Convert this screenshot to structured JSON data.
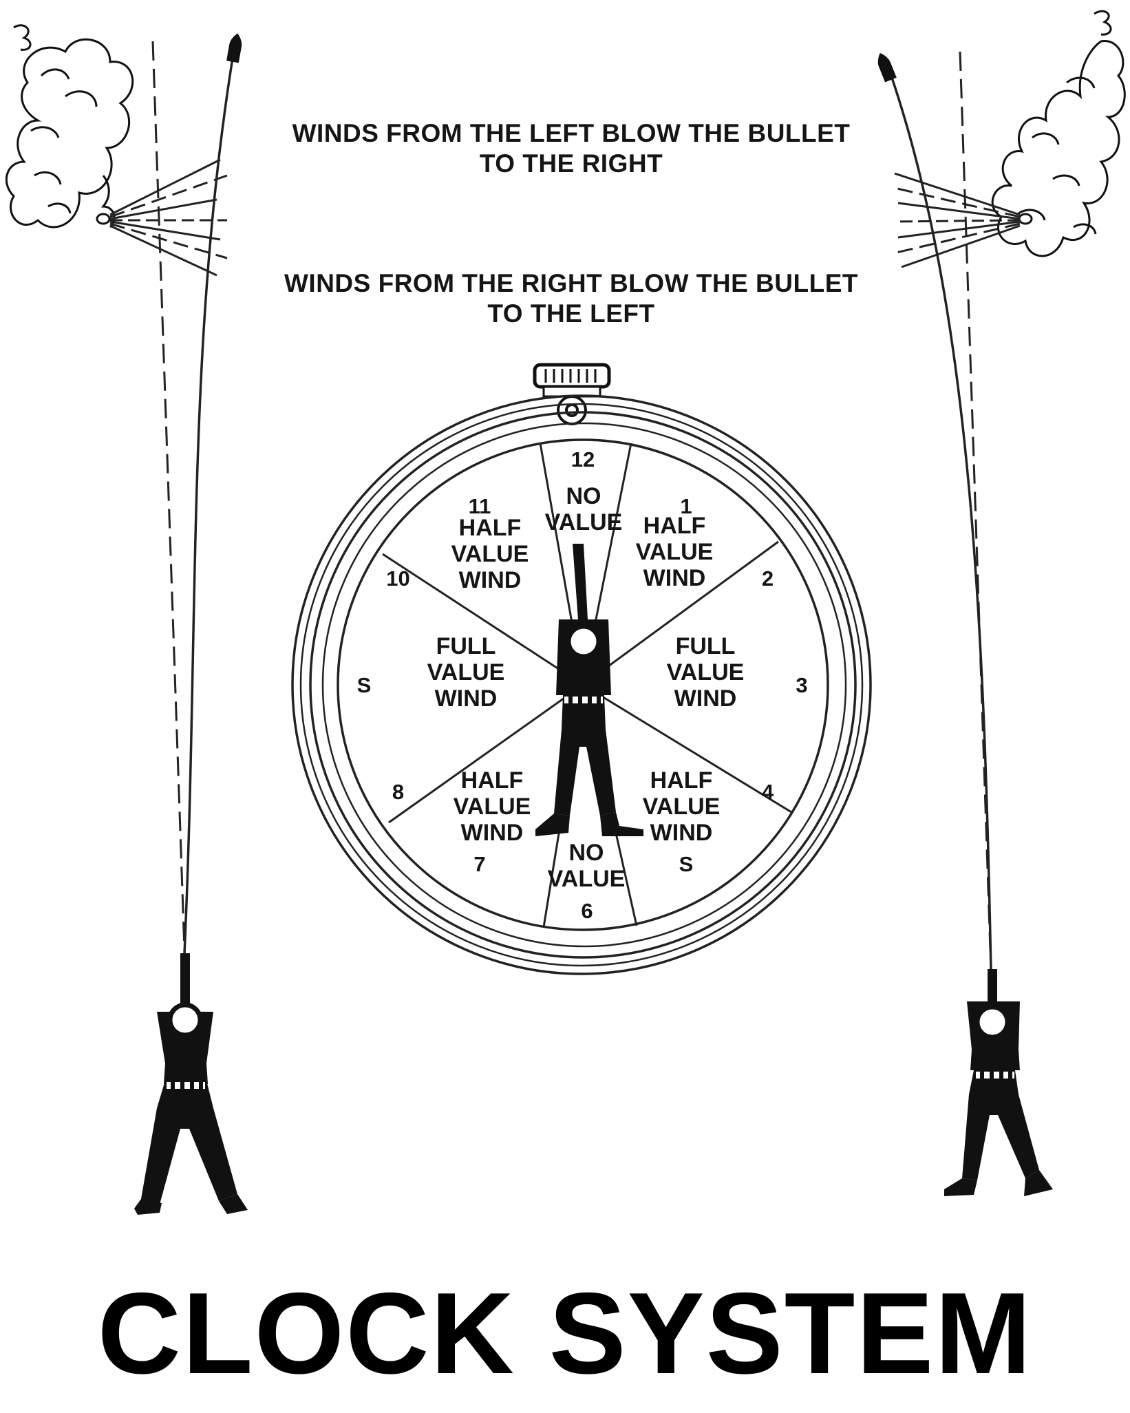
{
  "captions": {
    "left_wind": [
      "WINDS FROM THE LEFT BLOW THE BULLET",
      "TO THE RIGHT"
    ],
    "right_wind": [
      "WINDS FROM THE RIGHT BLOW THE BULLET",
      "TO THE LEFT"
    ]
  },
  "clock": {
    "hours": [
      {
        "hour": "12",
        "label": "12"
      },
      {
        "hour": "1",
        "label": "1"
      },
      {
        "hour": "2",
        "label": "2"
      },
      {
        "hour": "3",
        "label": "3"
      },
      {
        "hour": "4",
        "label": "4"
      },
      {
        "hour": "5",
        "label": "S"
      },
      {
        "hour": "6",
        "label": "6"
      },
      {
        "hour": "7",
        "label": "7"
      },
      {
        "hour": "8",
        "label": "8"
      },
      {
        "hour": "9",
        "label": "S"
      },
      {
        "hour": "10",
        "label": "10"
      },
      {
        "hour": "11",
        "label": "11"
      }
    ],
    "zones": [
      {
        "id": "top-no-value",
        "lines": [
          "NO",
          "VALUE"
        ]
      },
      {
        "id": "upper-right-half",
        "lines": [
          "HALF",
          "VALUE",
          "WIND"
        ]
      },
      {
        "id": "right-full",
        "lines": [
          "FULL",
          "VALUE",
          "WIND"
        ]
      },
      {
        "id": "lower-right-half",
        "lines": [
          "HALF",
          "VALUE",
          "WIND"
        ]
      },
      {
        "id": "bottom-no-value",
        "lines": [
          "NO",
          "VALUE"
        ]
      },
      {
        "id": "lower-left-half",
        "lines": [
          "HALF",
          "VALUE",
          "WIND"
        ]
      },
      {
        "id": "left-full",
        "lines": [
          "FULL",
          "VALUE",
          "WIND"
        ]
      },
      {
        "id": "upper-left-half",
        "lines": [
          "HALF",
          "VALUE",
          "WIND"
        ]
      }
    ]
  },
  "title": "CLOCK SYSTEM"
}
